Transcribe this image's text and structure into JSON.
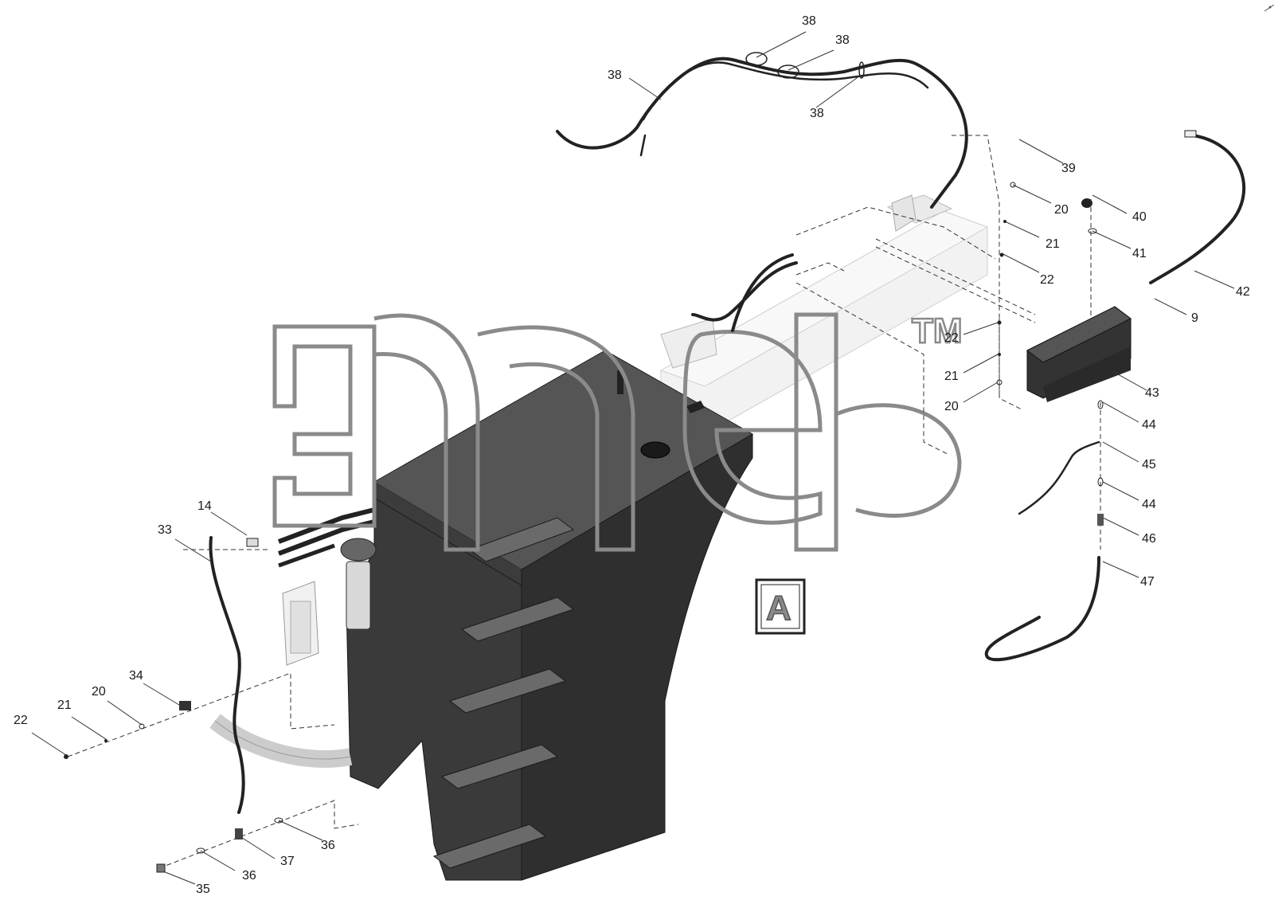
{
  "watermark": {
    "trademark": "TM"
  },
  "view_marker": {
    "letter": "A"
  },
  "callouts": {
    "c38a": "38",
    "c38b": "38",
    "c38c": "38",
    "c38d": "38",
    "c39": "39",
    "c20a": "20",
    "c21a": "21",
    "c22a": "22",
    "c40": "40",
    "c41": "41",
    "c42": "42",
    "c9": "9",
    "c22b": "22",
    "c21b": "21",
    "c20b": "20",
    "c43": "43",
    "c44a": "44",
    "c45": "45",
    "c44b": "44",
    "c46": "46",
    "c47": "47",
    "c14": "14",
    "c33": "33",
    "c34": "34",
    "c20c": "20",
    "c21c": "21",
    "c22c": "22",
    "c36a": "36",
    "c37": "37",
    "c36b": "36",
    "c35": "35"
  },
  "colors": {
    "tank": "#3a3a3a",
    "frame": "#ececec",
    "watermark": "#8a8a8a",
    "line": "#222222"
  }
}
